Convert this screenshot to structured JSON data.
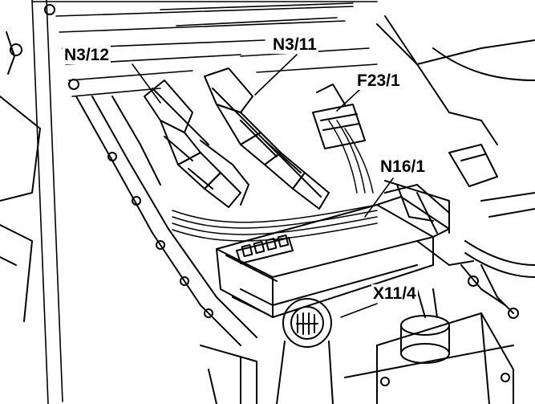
{
  "diagram": {
    "labels": {
      "n3_12": "N3/12",
      "n3_11": "N3/11",
      "f23_1": "F23/1",
      "n16_1": "N16/1",
      "x11_4": "X11/4"
    },
    "colors": {
      "line": "#000000",
      "background": "#ffffff"
    }
  }
}
